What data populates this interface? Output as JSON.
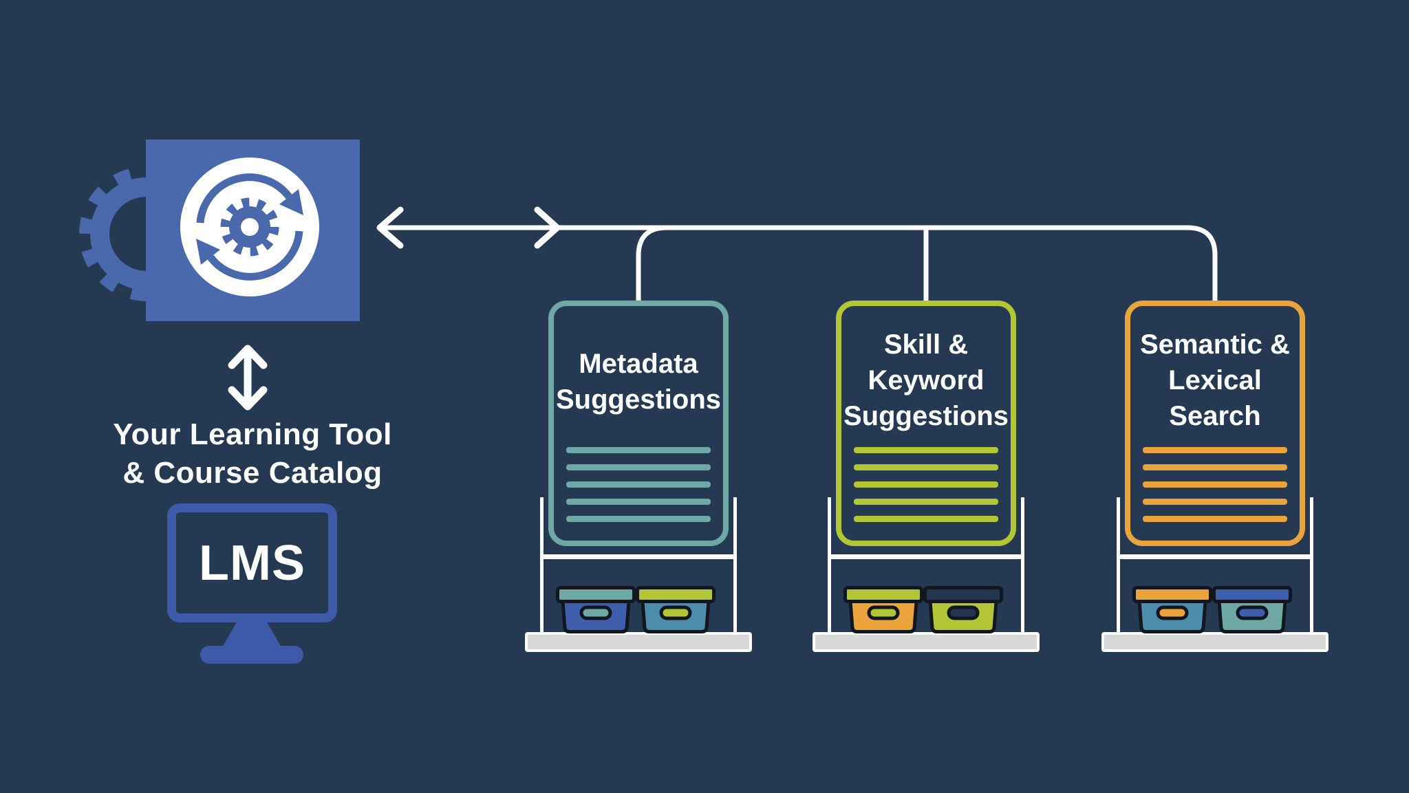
{
  "palette": {
    "background": "#253A52",
    "white": "#FFFFFF",
    "tile_blue": "#4A68AC",
    "monitor_blue": "#3D5AA8",
    "platform_gray": "#D8D8D8",
    "teal": "#6FA8A4",
    "green": "#B2C636",
    "orange": "#EBA33C",
    "royal": "#3F5EAB",
    "steel": "#4E8CAC",
    "navy": "#24364F"
  },
  "left_panel": {
    "caption_lines": [
      "Your Learning Tool",
      "& Course Catalog"
    ],
    "monitor_label": "LMS",
    "icons": {
      "sync_tile": "gear-with-circular-sync-arrows",
      "background_gear": "gear-ring",
      "arrow": "vertical-double-headed-arrow"
    }
  },
  "connector": {
    "style": "white double-headed arrow from sync tile branching to three cards",
    "arrowheads": [
      "left",
      "right"
    ]
  },
  "cards": [
    {
      "title_lines": [
        "Metadata",
        "Suggestions"
      ],
      "accent": "#6FA8A4",
      "rule_count": 5,
      "boxes": [
        {
          "lid": "teal",
          "body": "royal",
          "handle": "teal"
        },
        {
          "lid": "green",
          "body": "steel",
          "handle": "green"
        }
      ]
    },
    {
      "title_lines": [
        "Skill &",
        "Keyword",
        "Suggestions"
      ],
      "accent": "#B2C636",
      "rule_count": 5,
      "boxes": [
        {
          "lid": "green",
          "body": "orange",
          "handle": "green"
        },
        {
          "lid": "navy",
          "body": "green",
          "handle": "navy"
        }
      ]
    },
    {
      "title_lines": [
        "Semantic &",
        "Lexical",
        "Search"
      ],
      "accent": "#EBA33C",
      "rule_count": 5,
      "boxes": [
        {
          "lid": "orange",
          "body": "steel",
          "handle": "orange"
        },
        {
          "lid": "royal",
          "body": "teal",
          "handle": "royal"
        }
      ]
    }
  ]
}
